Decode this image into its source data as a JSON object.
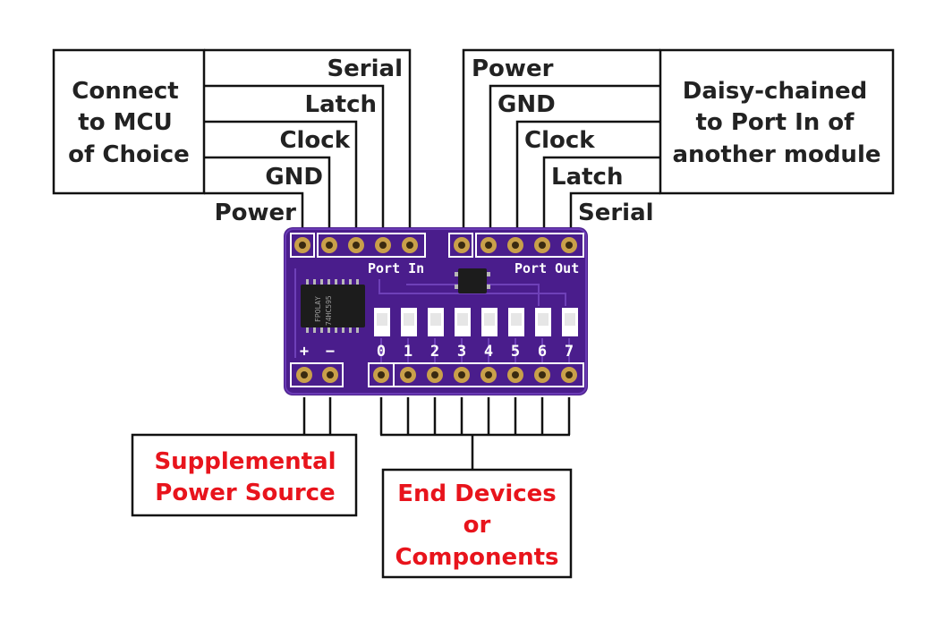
{
  "left_box": {
    "lines": [
      "Connect",
      "to MCU",
      "of Choice"
    ]
  },
  "right_box": {
    "lines": [
      "Daisy-chained",
      "to Port In of",
      "another module"
    ]
  },
  "port_in_pins": [
    "Serial",
    "Latch",
    "Clock",
    "GND",
    "Power"
  ],
  "port_out_pins": [
    "Power",
    "GND",
    "Clock",
    "Latch",
    "Serial"
  ],
  "board": {
    "port_in_label": "Port In",
    "port_out_label": "Port Out",
    "plus": "+",
    "minus": "−",
    "outputs": [
      "0",
      "1",
      "2",
      "3",
      "4",
      "5",
      "6",
      "7"
    ],
    "chip_text": [
      "FPOLAY",
      "74HC595"
    ],
    "colors": {
      "pcb": "#4a1d8c",
      "gold": "#c9a04a",
      "silk": "#ffffff"
    }
  },
  "supplemental_box": {
    "lines": [
      "Supplemental",
      "Power Source"
    ]
  },
  "end_devices_box": {
    "lines": [
      "End Devices",
      "or",
      "Components"
    ]
  },
  "colors": {
    "accent": "#e8141c",
    "line": "#111111"
  }
}
